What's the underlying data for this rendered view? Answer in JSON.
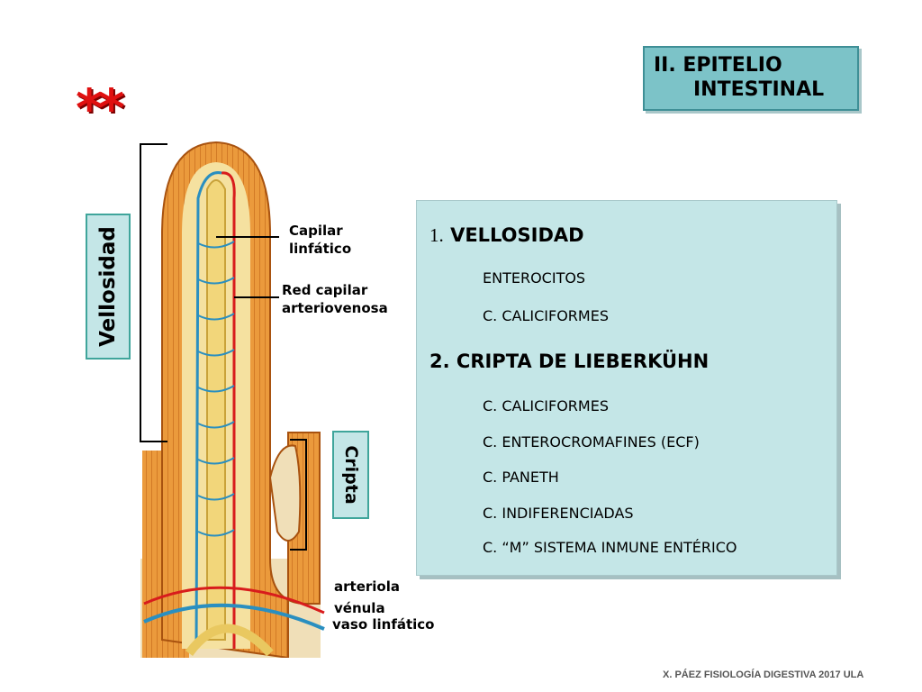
{
  "title": {
    "line1": "II. EPITELIO",
    "line2": "INTESTINAL"
  },
  "stars": "**",
  "labels": {
    "vellosidad": "Vellosidad",
    "cripta": "Cripta"
  },
  "annotations": {
    "capilar_line1": "Capilar",
    "capilar_line2": "linfático",
    "red_line1": "Red capilar",
    "red_line2": "arteriovenosa",
    "arteriola": "arteriola",
    "venula": "vénula",
    "vaso": "vaso linfático"
  },
  "panel": {
    "section1": {
      "number": "1.",
      "title": "VELLOSIDAD",
      "items": [
        "ENTEROCITOS",
        "C. CALICIFORMES"
      ]
    },
    "section2": {
      "number": "2.",
      "title": "CRIPTA DE LIEBERKÜHN",
      "items": [
        "C. CALICIFORMES",
        "C. ENTEROCROMAFINES (ECF)",
        "C. PANETH",
        "C. INDIFERENCIADAS",
        "C. “M” SISTEMA INMUNE ENTÉRICO"
      ]
    }
  },
  "footer": "X. PÁEZ   FISIOLOGÍA DIGESTIVA 2017  ULA",
  "colors": {
    "panel_bg": "#c4e6e7",
    "title_bg": "#7cc3c8",
    "stars": "#e01010",
    "epithelium": "#e08a2a",
    "artery": "#d81c1c",
    "vein": "#2a8fc0",
    "lymph": "#f2d67a"
  }
}
